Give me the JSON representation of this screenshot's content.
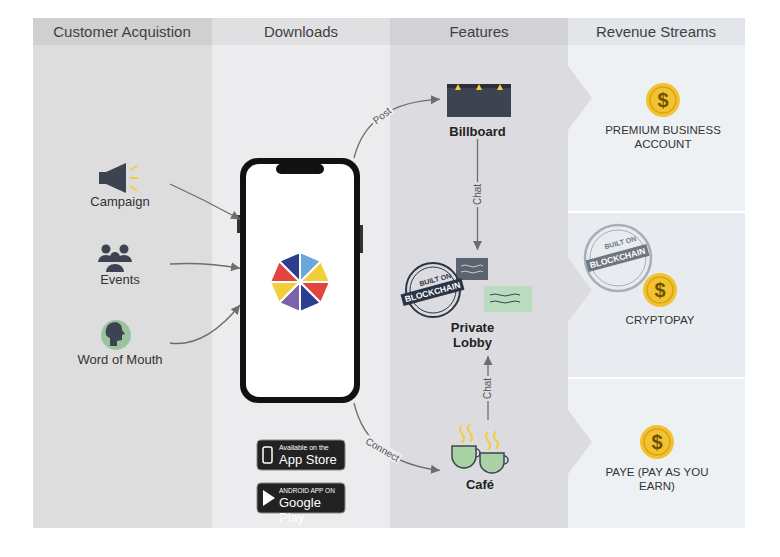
{
  "diagram": {
    "nodes": [
      {
        "text": [
          "Campaign"
        ]
      },
      {
        "text": [
          "Events"
        ]
      },
      {
        "text": [
          "Word of Mouth"
        ]
      },
      {
        "text": []
      },
      {
        "text": [
          "Available on the",
          "App Store"
        ]
      },
      {
        "text": [
          "ANDROID APP ON",
          "Google Play"
        ]
      },
      {
        "text": [
          "Billboard"
        ]
      },
      {
        "text": [
          "Private Lobby"
        ]
      },
      {
        "text": [
          "Café"
        ]
      },
      {
        "text": [
          "$",
          "PREMIUM BUSINESS ACCOUNT"
        ]
      },
      {
        "text": [
          "$",
          "CRYPTOPAY"
        ]
      },
      {
        "text": [
          "$",
          "PAYE (PAY AS YOU EARN)"
        ]
      }
    ],
    "edges": [
      {
        "from": 0,
        "to": 3,
        "arrow": "to"
      },
      {
        "from": 1,
        "to": 3,
        "arrow": "to"
      },
      {
        "from": 2,
        "to": 3,
        "arrow": "to"
      },
      {
        "from": 3,
        "to": 6,
        "label": "Post",
        "arrow": "to"
      },
      {
        "from": 3,
        "to": 8,
        "label": "Connect",
        "arrow": "to"
      },
      {
        "from": 6,
        "to": 7,
        "label": "Chat",
        "arrow": "to"
      },
      {
        "from": 8,
        "to": 7,
        "label": "Chat",
        "arrow": "to"
      }
    ],
    "labels": [
      "Customer Acquistion",
      "Downloads",
      "Features",
      "Revenue Streams",
      "BUILT ON",
      "BLOCKCHAIN",
      "BUILT ON",
      "BLOCKCHAIN"
    ]
  }
}
